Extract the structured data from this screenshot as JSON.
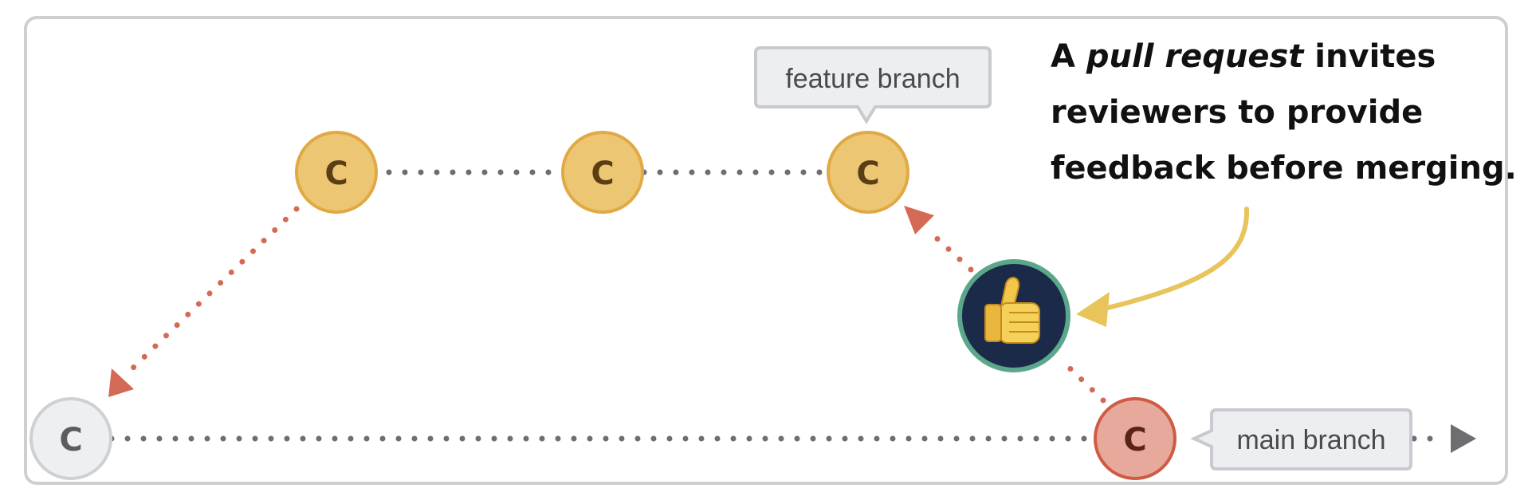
{
  "diagram": {
    "commit_label": "C",
    "feature_branch_label": "feature branch",
    "main_branch_label": "main branch",
    "approval_icon": "thumbs-up-icon",
    "callout": {
      "prefix": "A ",
      "emphasis": "pull request",
      "line1_suffix": " invites",
      "line2": "reviewers to provide",
      "line3": "feedback before merging."
    },
    "colors": {
      "feature_commit_fill": "#edc674",
      "feature_commit_stroke": "#e1a944",
      "base_commit_fill": "#eeeff2",
      "base_commit_stroke": "#cfd0d4",
      "merge_commit_fill": "#e6a99b",
      "merge_commit_stroke": "#cf5b45",
      "approval_fill": "#1c2a4a",
      "approval_stroke": "#5aa889",
      "dotted_gray": "#6e6e72",
      "dotted_red": "#d46a55",
      "arrow_yellow": "#e8c45a",
      "label_fill": "#eceef2",
      "label_stroke": "#c9cacd"
    }
  }
}
